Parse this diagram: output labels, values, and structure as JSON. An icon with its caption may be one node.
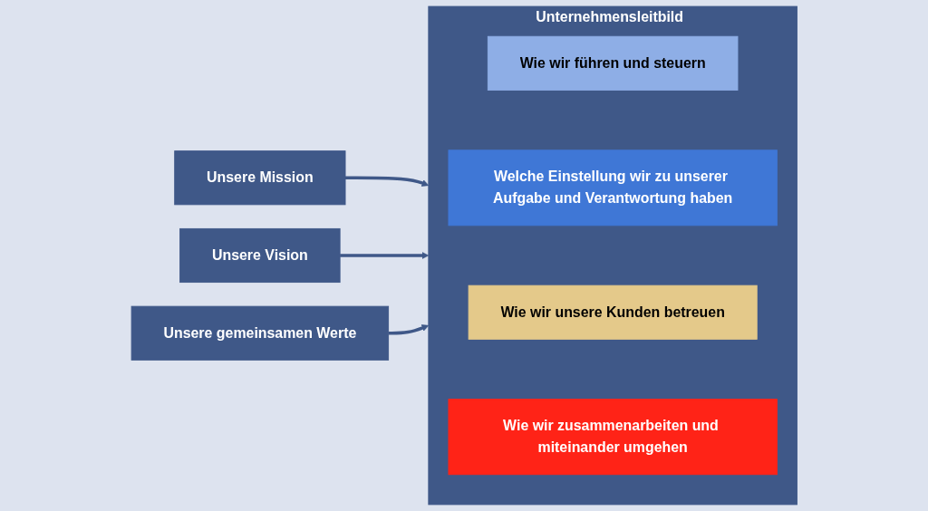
{
  "diagram": {
    "nodes": [
      {
        "text": [
          "Unsere Mission"
        ]
      },
      {
        "text": [
          "Unsere Vision"
        ]
      },
      {
        "text": [
          "Unsere gemeinsamen Werte"
        ]
      },
      {
        "text": [
          "Unternehmensleitbild"
        ]
      },
      {
        "text": [
          "Wie wir führen und steuern"
        ],
        "in": 3
      },
      {
        "text": [
          "Welche Einstellung wir zu unserer Aufgabe und Verantwortung haben"
        ],
        "in": 3
      },
      {
        "text": [
          "Wie wir unsere Kunden betreuen"
        ],
        "in": 3
      },
      {
        "text": [
          "Wie wir zusammenarbeiten und miteinander umgehen"
        ],
        "in": 3
      }
    ],
    "edges": [
      {
        "from": 0,
        "to": 3,
        "arrow": "to"
      },
      {
        "from": 1,
        "to": 3,
        "arrow": "to"
      },
      {
        "from": 2,
        "to": 3,
        "arrow": "to"
      }
    ]
  }
}
